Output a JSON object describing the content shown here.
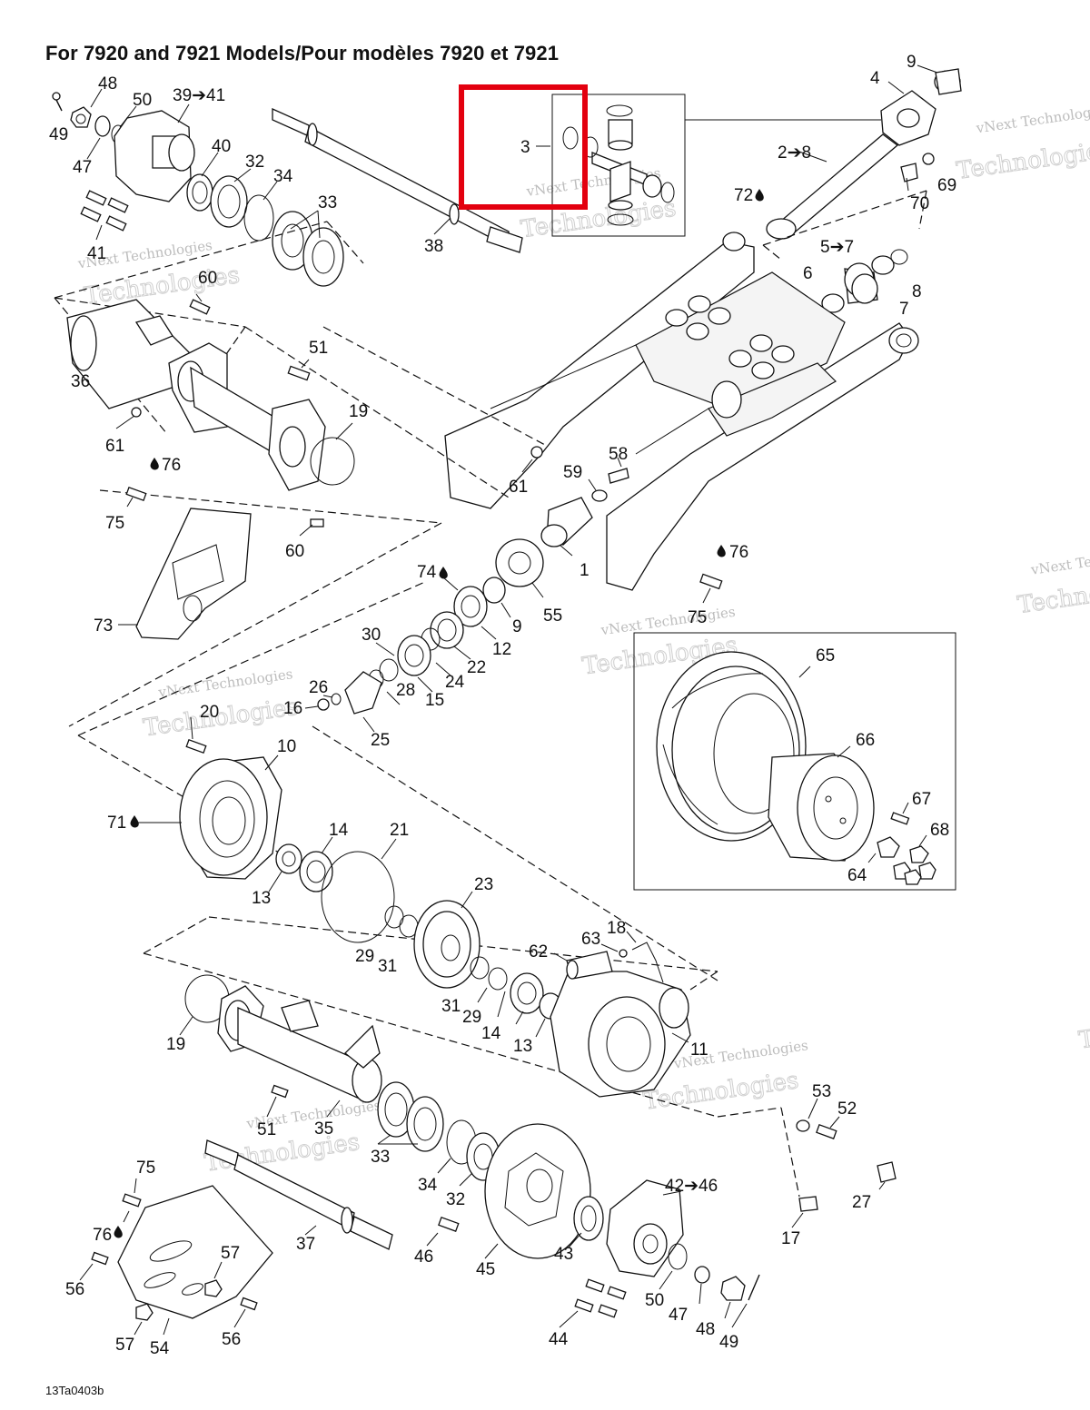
{
  "title": "For 7920 and 7921 Models/Pour modèles 7920 et 7921",
  "drawing_code": "13Ta0403b",
  "watermark": {
    "line1": "vNext Technologies",
    "line2": "Technologies"
  },
  "highlight_color": "#e3000f",
  "callouts": {
    "c48a": "48",
    "c50a": "50",
    "c39": "39➔41",
    "c49a": "49",
    "c47a": "47",
    "c40": "40",
    "c32a": "32",
    "c34a": "34",
    "c33a": "33",
    "c41": "41",
    "c38": "38",
    "c3": "3",
    "c9": "9",
    "c4": "4",
    "c2": "2➔8",
    "c72": "72",
    "c69": "69",
    "c70": "70",
    "c5": "5➔7",
    "c6": "6",
    "c7": "7",
    "c8": "8",
    "c60a": "60",
    "c36": "36",
    "c51a": "51",
    "c61a": "61",
    "c19a": "19",
    "c61b": "61",
    "c58": "58",
    "c59": "59",
    "c76a": "76",
    "c75a": "75",
    "c60b": "60",
    "c73": "73",
    "c1": "1",
    "c76b": "76",
    "c75b": "75",
    "c74": "74",
    "c55": "55",
    "c9b": "9",
    "c12": "12",
    "c22": "22",
    "c30": "30",
    "c24": "24",
    "c15": "15",
    "c26": "26",
    "c28": "28",
    "c16": "16",
    "c25": "25",
    "c20": "20",
    "c10": "10",
    "c71": "71",
    "c14a": "14",
    "c21": "21",
    "c13a": "13",
    "c65": "65",
    "c66": "66",
    "c67": "67",
    "c68": "68",
    "c64": "64",
    "c23": "23",
    "c29a": "29",
    "c31a": "31",
    "c63": "63",
    "c18": "18",
    "c62": "62",
    "c31b": "31",
    "c29b": "29",
    "c14b": "14",
    "c13b": "13",
    "c11": "11",
    "c19b": "19",
    "c51b": "51",
    "c35": "35",
    "c33b": "33",
    "c34b": "34",
    "c32b": "32",
    "c53": "53",
    "c52": "52",
    "c27": "27",
    "c17": "17",
    "c75c": "75",
    "c76c": "76",
    "c56a": "56",
    "c57a": "57",
    "c57b": "57",
    "c54": "54",
    "c56b": "56",
    "c37": "37",
    "c46": "46",
    "c45": "45",
    "c43": "43",
    "c4246": "42➔46",
    "c50b": "50",
    "c47b": "47",
    "c48b": "48",
    "c49b": "49",
    "c44": "44"
  }
}
